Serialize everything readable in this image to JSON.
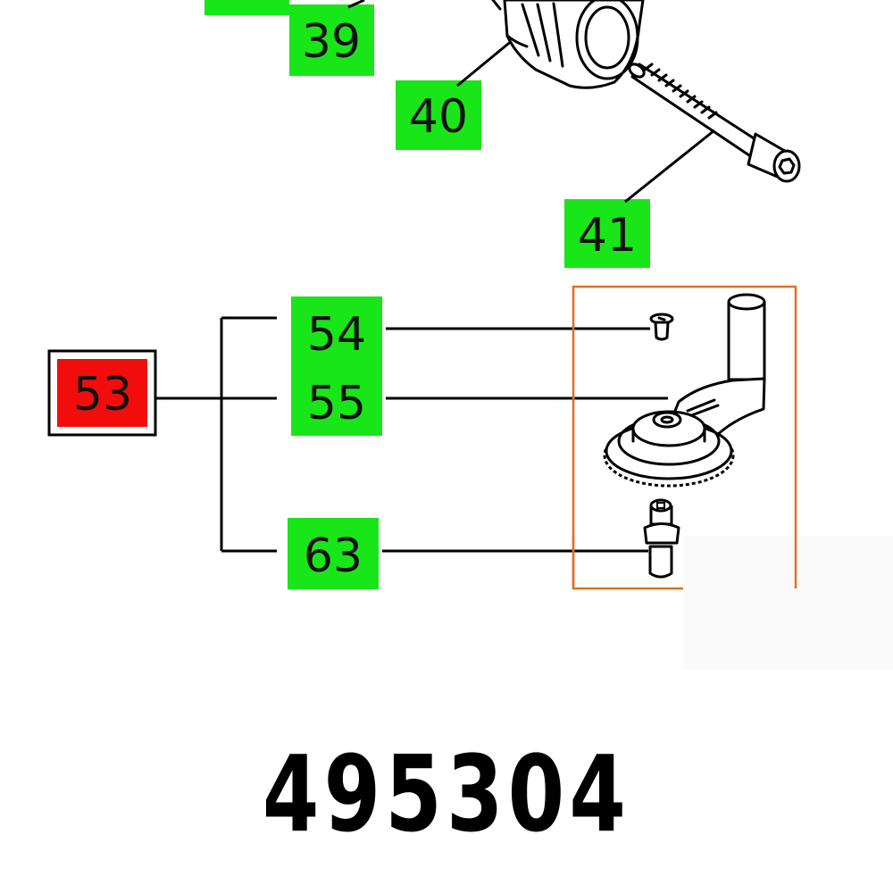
{
  "callouts": {
    "c39": "39",
    "c40": "40",
    "c41": "41",
    "c53": "53",
    "c54": "54",
    "c55": "55",
    "c63": "63"
  },
  "colors": {
    "callout_green": "#19e619",
    "callout_red": "#f20d0d",
    "highlight_box": "#e07020"
  },
  "part_number": "495304"
}
